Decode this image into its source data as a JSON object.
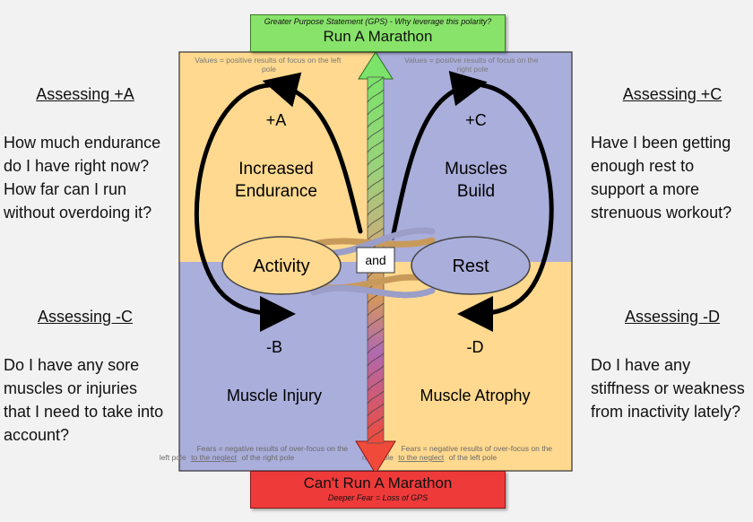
{
  "gps": {
    "statement": "Greater Purpose Statement (GPS) - Why leverage this polarity?",
    "title": "Run A Marathon"
  },
  "deeper_fear": {
    "title": "Can't Run A Marathon",
    "statement": "Deeper Fear = Loss of GPS"
  },
  "quadrants": {
    "values_left": [
      "Values = positive results of focus on the left",
      "pole"
    ],
    "values_right": [
      "Values = positive results of focus on the",
      "right pole"
    ],
    "fears_left": [
      "Fears = negative results of over-focus on the",
      "left pole",
      "to the neglect",
      "of the right pole"
    ],
    "fears_right": [
      "Fears = negative results of over-focus on the",
      "right pole",
      "to the neglect",
      "of the left pole"
    ],
    "plus_a": {
      "label": "+A",
      "line1": "Increased",
      "line2": "Endurance"
    },
    "plus_c": {
      "label": "+C",
      "line1": "Muscles",
      "line2": "Build"
    },
    "minus_b": {
      "label": "-B",
      "text": "Muscle Injury"
    },
    "minus_d": {
      "label": "-D",
      "text": "Muscle Atrophy"
    }
  },
  "poles": {
    "left": "Activity",
    "right": "Rest",
    "connector": "and"
  },
  "side": {
    "assess_a": {
      "title": "Assessing +A",
      "lines": [
        "How much endurance",
        "do I have right now?",
        "How far can I run",
        "without overdoing it?"
      ]
    },
    "assess_c_plus": {
      "title": "Assessing +C",
      "lines": [
        "Have I been getting",
        "enough rest to",
        "support a more",
        "strenuous workout?"
      ]
    },
    "assess_c_minus": {
      "title": "Assessing -C",
      "lines": [
        "Do I have any sore",
        "muscles or injuries",
        "that I need to take into",
        "account?"
      ]
    },
    "assess_d": {
      "title": "Assessing -D",
      "lines": [
        "Do I have any",
        "stiffness or weakness",
        "from inactivity lately?"
      ]
    }
  },
  "colors": {
    "left_top": "#fed98f",
    "right_top": "#aaaedb",
    "left_bottom": "#aaaedb",
    "right_bottom": "#fed98f",
    "gps": "#88e36a",
    "fear": "#ef3a3a"
  }
}
